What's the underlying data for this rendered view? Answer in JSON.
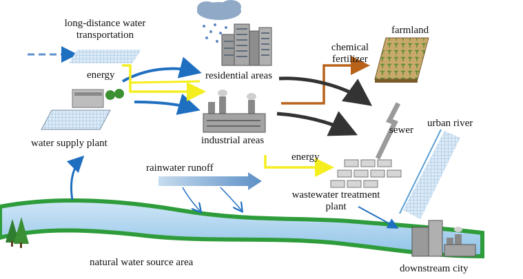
{
  "labels": {
    "long_distance_line1": "long-distance water",
    "long_distance_line2": "transportation",
    "energy_top": "energy",
    "water_supply_plant": "water supply plant",
    "residential_areas": "residential areas",
    "industrial_areas": "industrial areas",
    "chemical_line1": "chemical",
    "chemical_line2": "fertilizer",
    "farmland": "farmland",
    "sewer": "sewer",
    "urban_river": "urban river",
    "energy_bottom": "energy",
    "rainwater_runoff": "rainwater runoff",
    "wwtp_line1": "wastewater treatment",
    "wwtp_line2": "plant",
    "natural_water_source_area": "natural water source area",
    "downstream_city": "downstream city"
  },
  "colors": {
    "blue_arrow": "#1f6fc0",
    "yellow_arrow": "#f5ee1e",
    "brown_arrow": "#b8621a",
    "dark_arrow": "#333333",
    "river_fill": "#a9d2ee",
    "river_edge": "#2e9c3a",
    "building_gray": "#8a8a8a",
    "farmland_green": "#6aa84f"
  },
  "icons": [
    "cloud-rain-icon",
    "tree-icon",
    "building-icon",
    "factory-icon",
    "farmland-icon",
    "pipe-icon",
    "tank-icon"
  ]
}
